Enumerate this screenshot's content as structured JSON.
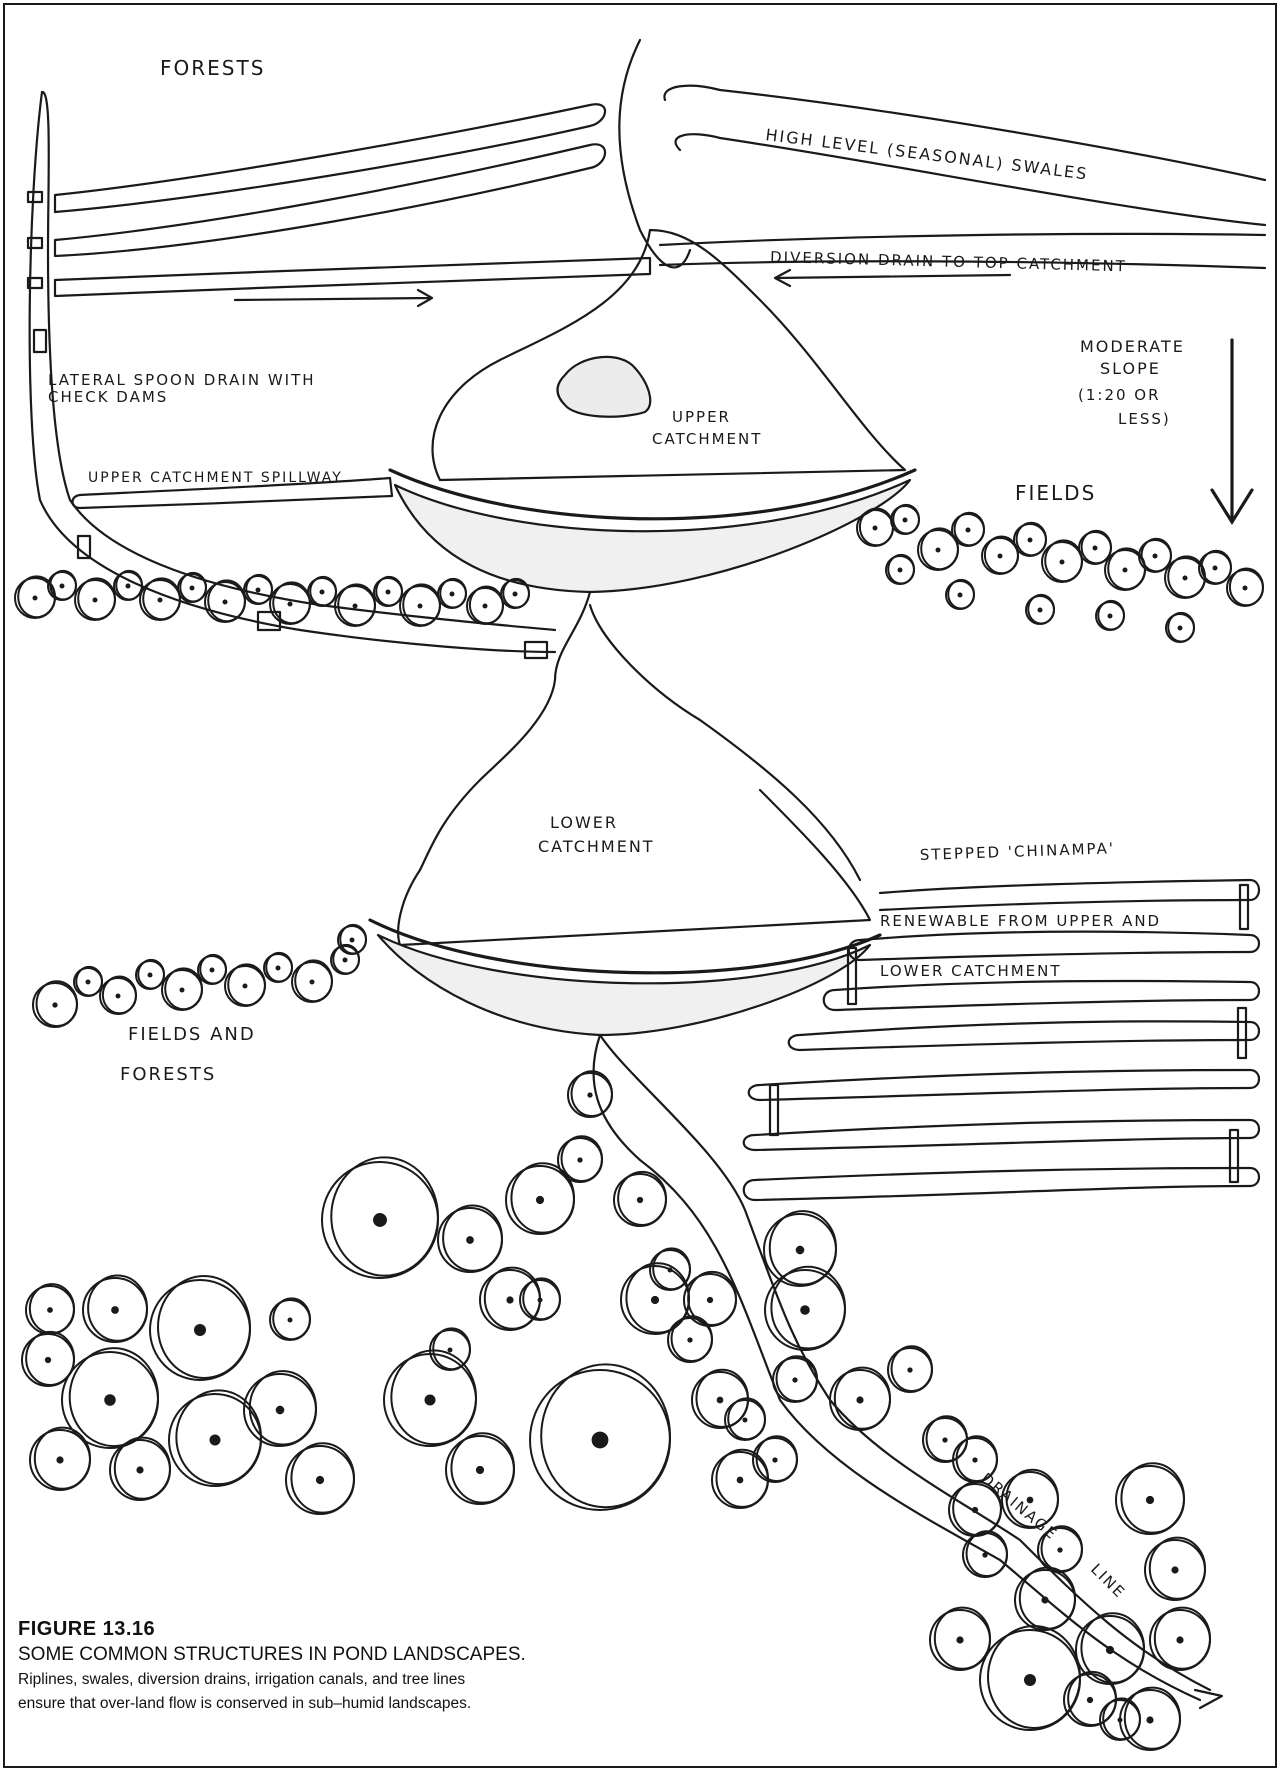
{
  "labels": {
    "forests": "FORESTS",
    "swales": "HIGH LEVEL (SEASONAL) SWALES",
    "diversion": "DIVERSION DRAIN TO TOP CATCHMENT",
    "slope_1": "MODERATE",
    "slope_2": "SLOPE",
    "slope_3": "(1:20 OR",
    "slope_4": "LESS)",
    "spoon_1": "LATERAL SPOON DRAIN WITH",
    "spoon_2": "CHECK DAMS",
    "upper_1": "UPPER",
    "upper_2": "CATCHMENT",
    "spillway": "UPPER CATCHMENT SPILLWAY",
    "fields": "FIELDS",
    "lower_1": "LOWER",
    "lower_2": "CATCHMENT",
    "chinampa_1": "STEPPED 'CHINAMPA'",
    "chinampa_2": "RENEWABLE FROM UPPER AND",
    "chinampa_3": "LOWER CATCHMENT",
    "ff_1": "FIELDS AND",
    "ff_2": "FORESTS",
    "drainage_1": "DRAINAGE",
    "drainage_2": "LINE"
  },
  "caption": {
    "figure_number": "FIGURE 13.16",
    "title": "SOME COMMON STRUCTURES IN POND LANDSCAPES.",
    "line_1": "Riplines, swales, diversion drains, irrigation canals, and tree lines",
    "line_2": "ensure that over-land flow is conserved in sub–humid landscapes."
  },
  "colors": {
    "ink": "#1a1a1a",
    "paper": "#ffffff"
  },
  "tree_rows": {
    "mid_left": [
      [
        35,
        598,
        20
      ],
      [
        62,
        586,
        14
      ],
      [
        95,
        600,
        20
      ],
      [
        128,
        586,
        14
      ],
      [
        160,
        600,
        20
      ],
      [
        192,
        588,
        14
      ],
      [
        225,
        602,
        20
      ],
      [
        258,
        590,
        14
      ],
      [
        290,
        604,
        20
      ],
      [
        322,
        592,
        14
      ],
      [
        355,
        606,
        20
      ],
      [
        388,
        592,
        14
      ],
      [
        420,
        606,
        20
      ],
      [
        452,
        594,
        14
      ],
      [
        485,
        606,
        18
      ],
      [
        515,
        594,
        14
      ]
    ],
    "right_fields": [
      [
        875,
        528,
        18
      ],
      [
        905,
        520,
        14
      ],
      [
        938,
        550,
        20
      ],
      [
        968,
        530,
        16
      ],
      [
        1000,
        556,
        18
      ],
      [
        1030,
        540,
        16
      ],
      [
        1062,
        562,
        20
      ],
      [
        1095,
        548,
        16
      ],
      [
        1125,
        570,
        20
      ],
      [
        1155,
        556,
        16
      ],
      [
        1185,
        578,
        20
      ],
      [
        1215,
        568,
        16
      ],
      [
        1245,
        588,
        18
      ],
      [
        900,
        570,
        14
      ],
      [
        960,
        595,
        14
      ],
      [
        1040,
        610,
        14
      ],
      [
        1110,
        616,
        14
      ],
      [
        1180,
        628,
        14
      ]
    ],
    "lower_left": [
      [
        55,
        1005,
        22
      ],
      [
        88,
        982,
        14
      ],
      [
        118,
        996,
        18
      ],
      [
        150,
        975,
        14
      ],
      [
        182,
        990,
        20
      ],
      [
        212,
        970,
        14
      ],
      [
        245,
        986,
        20
      ],
      [
        278,
        968,
        14
      ],
      [
        312,
        982,
        20
      ],
      [
        345,
        960,
        14
      ],
      [
        352,
        940,
        14
      ]
    ],
    "bottom_forest": [
      [
        50,
        1310,
        24
      ],
      [
        48,
        1360,
        26
      ],
      [
        115,
        1310,
        32
      ],
      [
        110,
        1400,
        48
      ],
      [
        60,
        1460,
        30
      ],
      [
        140,
        1470,
        30
      ],
      [
        200,
        1330,
        50
      ],
      [
        215,
        1440,
        46
      ],
      [
        280,
        1410,
        36
      ],
      [
        290,
        1320,
        20
      ],
      [
        320,
        1480,
        34
      ],
      [
        380,
        1220,
        58
      ],
      [
        430,
        1400,
        46
      ],
      [
        480,
        1470,
        34
      ],
      [
        470,
        1240,
        32
      ],
      [
        450,
        1350,
        20
      ],
      [
        510,
        1300,
        30
      ],
      [
        540,
        1300,
        20
      ],
      [
        540,
        1200,
        34
      ],
      [
        580,
        1160,
        22
      ],
      [
        590,
        1095,
        22
      ],
      [
        600,
        1440,
        70
      ],
      [
        640,
        1200,
        26
      ],
      [
        655,
        1300,
        34
      ],
      [
        720,
        1400,
        28
      ],
      [
        710,
        1300,
        26
      ],
      [
        690,
        1340,
        22
      ],
      [
        670,
        1270,
        20
      ],
      [
        740,
        1480,
        28
      ],
      [
        775,
        1460,
        22
      ],
      [
        745,
        1420,
        20
      ],
      [
        795,
        1380,
        22
      ],
      [
        805,
        1310,
        40
      ],
      [
        800,
        1250,
        36
      ],
      [
        860,
        1400,
        30
      ],
      [
        910,
        1370,
        22
      ],
      [
        945,
        1440,
        22
      ],
      [
        975,
        1460,
        22
      ],
      [
        975,
        1510,
        26
      ],
      [
        985,
        1555,
        22
      ],
      [
        1030,
        1500,
        28
      ],
      [
        1060,
        1550,
        22
      ],
      [
        1045,
        1600,
        30
      ],
      [
        960,
        1640,
        30
      ],
      [
        1030,
        1680,
        50
      ],
      [
        1110,
        1650,
        34
      ],
      [
        1150,
        1500,
        34
      ],
      [
        1175,
        1570,
        30
      ],
      [
        1180,
        1640,
        30
      ],
      [
        1090,
        1700,
        26
      ],
      [
        1150,
        1720,
        30
      ],
      [
        1120,
        1720,
        20
      ]
    ]
  }
}
